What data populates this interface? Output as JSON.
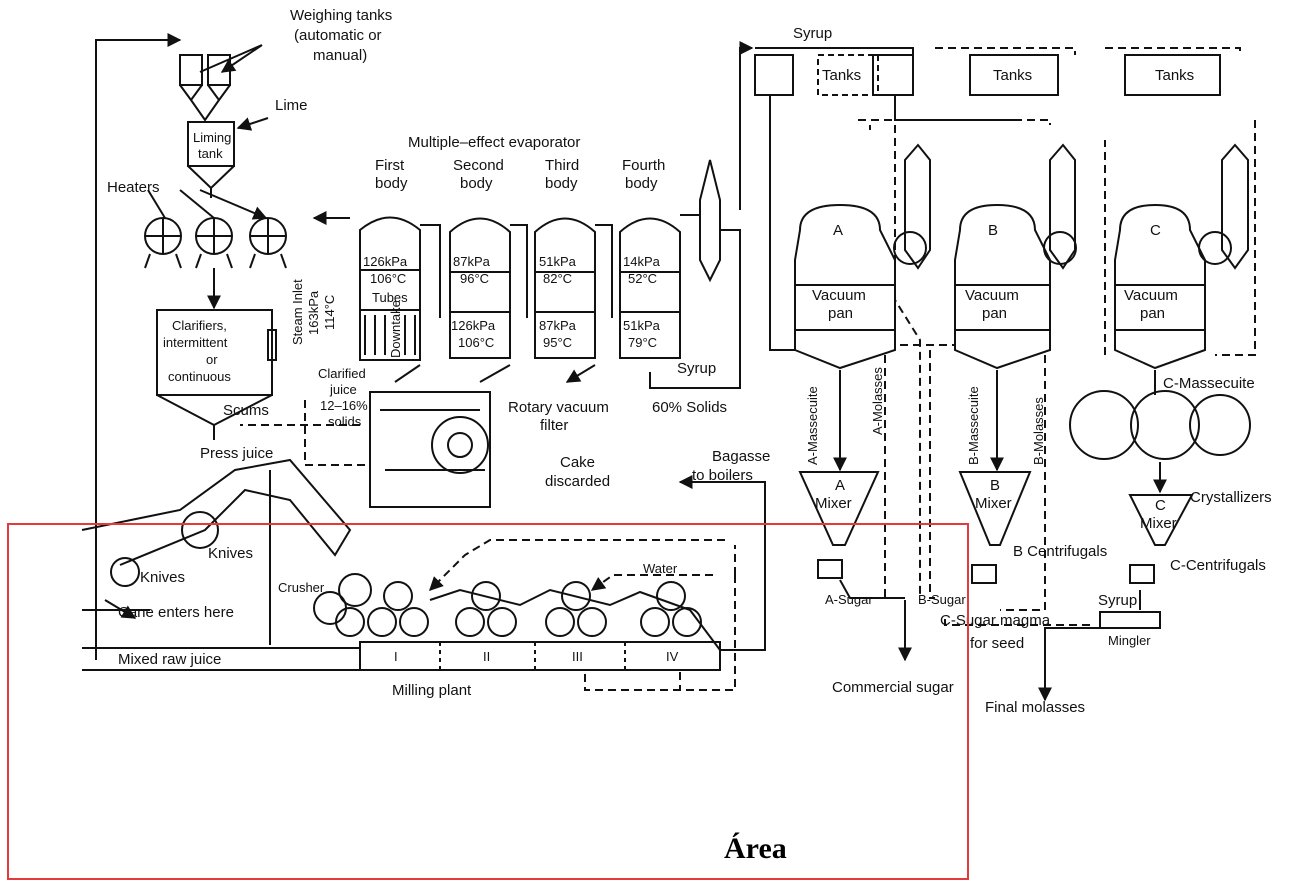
{
  "labels": {
    "weighing_tanks": "Weighing tanks",
    "weighing_tanks_sub1": "(automatic or",
    "weighing_tanks_sub2": "manual)",
    "lime": "Lime",
    "liming_tank_1": "Liming",
    "liming_tank_2": "tank",
    "heaters": "Heaters",
    "clarifiers_1": "Clarifiers,",
    "clarifiers_2": "intermittent",
    "clarifiers_3": "or",
    "clarifiers_4": "continuous",
    "scums": "Scums",
    "press_juice": "Press juice",
    "evaporator_title": "Multiple–effect evaporator",
    "first_body_1": "First",
    "first_body_2": "body",
    "second_body_1": "Second",
    "second_body_2": "body",
    "third_body_1": "Third",
    "third_body_2": "body",
    "fourth_body_1": "Fourth",
    "fourth_body_2": "body",
    "b1_top_p": "126kPa",
    "b1_top_t": "106°C",
    "b2_top_p": "87kPa",
    "b2_top_t": "96°C",
    "b3_top_p": "51kPa",
    "b3_top_t": "82°C",
    "b4_top_p": "14kPa",
    "b4_top_t": "52°C",
    "b2_bot_p": "126kPa",
    "b2_bot_t": "106°C",
    "b3_bot_p": "87kPa",
    "b3_bot_t": "95°C",
    "b4_bot_p": "51kPa",
    "b4_bot_t": "79°C",
    "tubes": "Tubes",
    "downtake": "Downtake",
    "steam_inlet_1": "Steam Inlet",
    "steam_inlet_2": "163kPa",
    "steam_inlet_3": "114°C",
    "clarified_1": "Clarified",
    "clarified_2": "juice",
    "clarified_3": "12–16%",
    "clarified_4": "solids",
    "rotary_1": "Rotary vacuum",
    "rotary_2": "filter",
    "syrup": "Syrup",
    "solids_60": "60% Solids",
    "cake_1": "Cake",
    "cake_2": "discarded",
    "bagasse_1": "Bagasse",
    "bagasse_2": "to boilers",
    "tanks": "Tanks",
    "pan_a": "A",
    "pan_b": "B",
    "pan_c": "C",
    "vacuum": "Vacuum",
    "pan": "pan",
    "a_massecuite": "A-Massecuite",
    "a_molasses": "A-Molasses",
    "b_massecuite": "B-Massecuite",
    "b_molasses": "B-Molasses",
    "c_massecuite": "C-Massecuite",
    "mixer": "Mixer",
    "crystallizers": "Crystallizers",
    "b_centrifugals": "B Centrifugals",
    "c_centrifugals": "C-Centrifugals",
    "a_sugar": "A-Sugar",
    "b_sugar": "B-Sugar",
    "c_sugar_magma": "C-Sugar magma",
    "for_seed": "for seed",
    "mingler": "Mingler",
    "commercial_sugar": "Commercial sugar",
    "final_molasses": "Final molasses",
    "knives": "Knives",
    "crusher": "Crusher",
    "water": "Water",
    "cane_enters": "Cane enters here",
    "mixed_raw_juice": "Mixed raw juice",
    "milling_plant": "Milling plant",
    "mill_1": "I",
    "mill_2": "II",
    "mill_3": "III",
    "mill_4": "IV"
  },
  "annotation": {
    "label": "Área",
    "color": "#e23b3b"
  }
}
